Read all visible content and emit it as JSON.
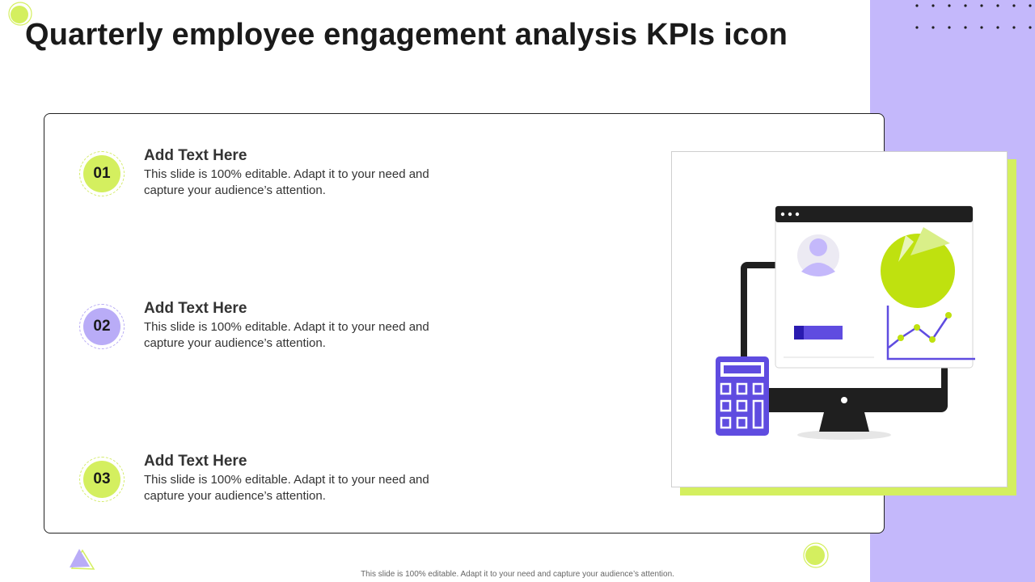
{
  "slide": {
    "title": "Quarterly employee engagement analysis KPIs icon",
    "footer": "This slide is 100% editable. Adapt it to your need and capture your audience’s attention."
  },
  "items": [
    {
      "number": "01",
      "heading": "Add Text Here",
      "text": "This slide is 100% editable. Adapt it to your need and capture your audience’s attention."
    },
    {
      "number": "02",
      "heading": "Add Text Here",
      "text": "This slide is 100% editable. Adapt it to your need and capture your audience’s attention."
    },
    {
      "number": "03",
      "heading": "Add Text Here",
      "text": "This slide is 100% editable. Adapt it to your need and capture your audience’s attention."
    }
  ],
  "colors": {
    "accent_green": "#d4ef5f",
    "accent_purple": "#c4b8fb",
    "icon_purple": "#5f4ce0",
    "dark": "#1f1f1f"
  }
}
